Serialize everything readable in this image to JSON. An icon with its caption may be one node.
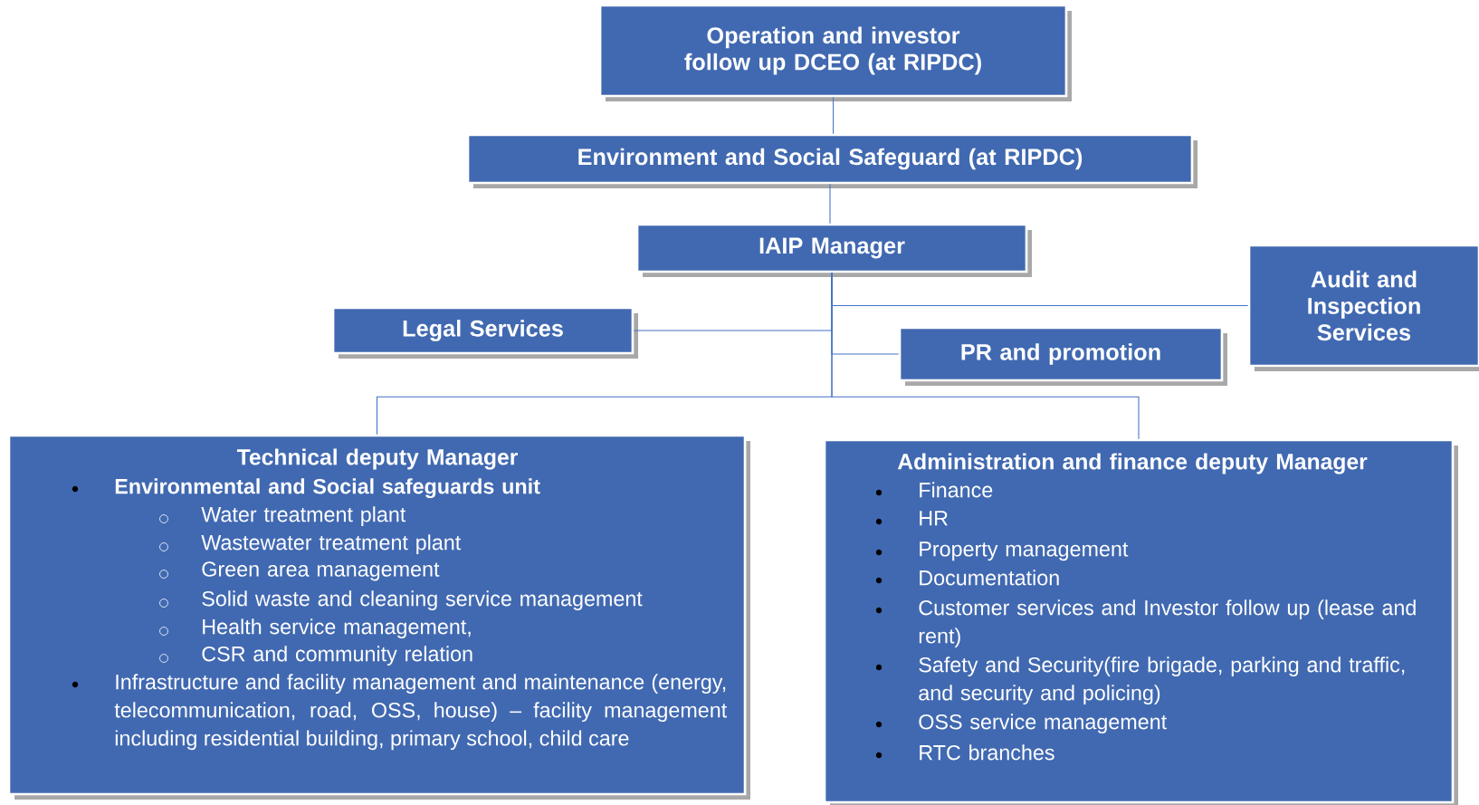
{
  "diagram": {
    "nodes": [
      {
        "text": [
          "Operation and investor follow up DCEO (at RIPDC)"
        ]
      },
      {
        "text": [
          "Environment and Social Safeguard (at RIPDC)"
        ]
      },
      {
        "text": [
          "IAIP Manager"
        ]
      },
      {
        "text": [
          "Audit and Inspection Services"
        ]
      },
      {
        "text": [
          "Legal Services"
        ]
      },
      {
        "text": [
          "PR and promotion"
        ]
      },
      {
        "text": [
          "Technical deputy Manager",
          "Environmental and Social safeguards unit",
          "Water treatment plant",
          "Wastewater treatment plant",
          "Green area management",
          "Solid waste and cleaning service management",
          "Health service management,",
          "CSR and community relation",
          "Infrastructure and facility management and maintenance (energy, telecommunication, road, OSS, house) – facility management including residential building, primary school, child care"
        ]
      },
      {
        "text": [
          "Administration and finance deputy Manager",
          "Finance",
          "HR",
          "Property management",
          "Documentation",
          "Customer services and Investor follow up (lease and rent)",
          "Safety and Security(fire brigade, parking and traffic, and security and policing)",
          "OSS service management",
          "RTC branches"
        ]
      }
    ],
    "edges": [
      {
        "from": 0,
        "to": 1,
        "arrow": "none"
      },
      {
        "from": 1,
        "to": 2,
        "arrow": "none"
      },
      {
        "from": 2,
        "to": 3,
        "arrow": "none"
      },
      {
        "from": 2,
        "to": 4,
        "arrow": "none"
      },
      {
        "from": 2,
        "to": 5,
        "arrow": "none"
      },
      {
        "from": 2,
        "to": 6,
        "arrow": "none"
      },
      {
        "from": 2,
        "to": 7,
        "arrow": "none"
      }
    ]
  }
}
